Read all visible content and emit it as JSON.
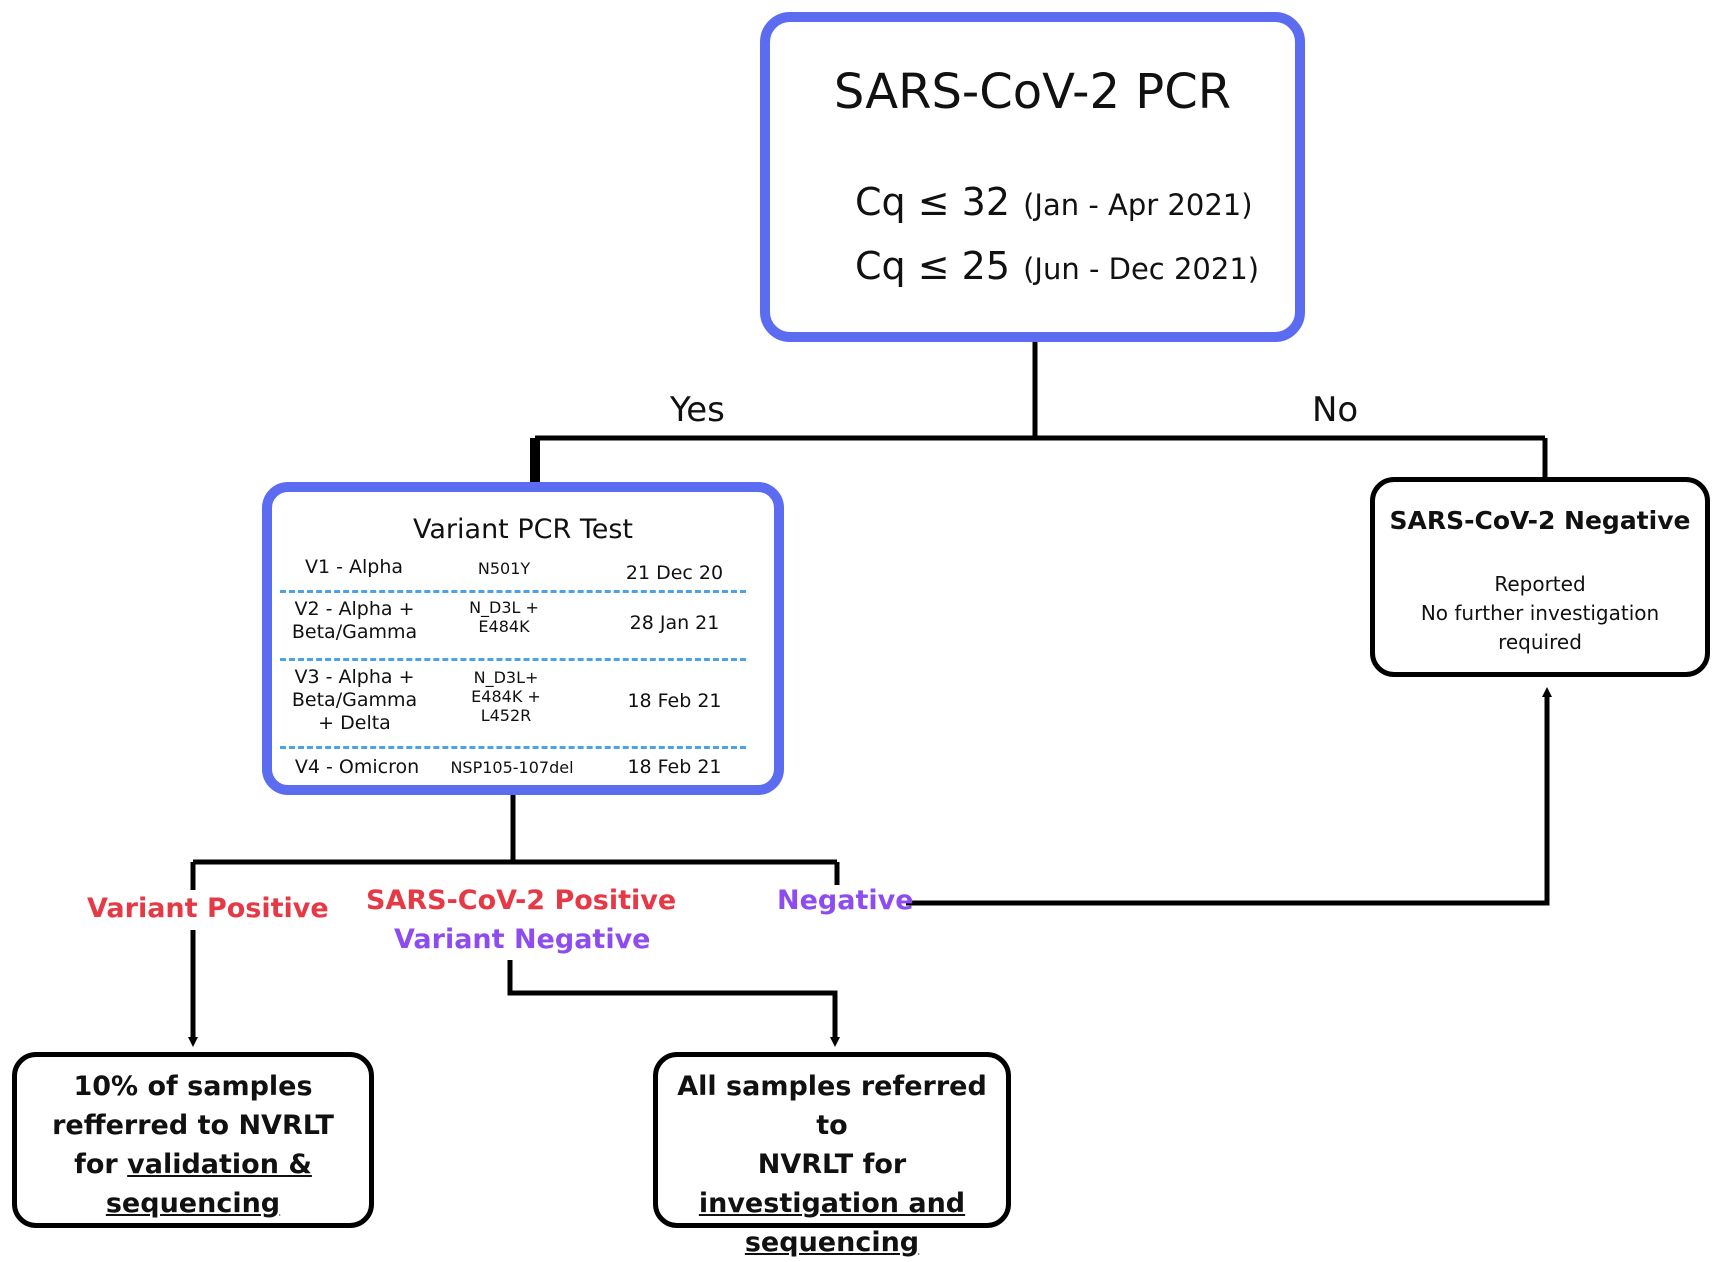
{
  "pcr": {
    "title": "SARS-CoV-2 PCR",
    "criteria": [
      {
        "value": "Cq ≤ 32",
        "range": "(Jan - Apr 2021)"
      },
      {
        "value": "Cq ≤ 25",
        "range": "(Jun - Dec 2021)"
      }
    ]
  },
  "branches": {
    "yes": "Yes",
    "no": "No"
  },
  "variant_test": {
    "title": "Variant PCR Test",
    "rows": [
      {
        "name": "V1 - Alpha",
        "mutation": "N501Y",
        "date": "21 Dec 20"
      },
      {
        "name": "V2 - Alpha + Beta/Gamma",
        "mutation": "N_D3L + E484K",
        "date": "28 Jan 21"
      },
      {
        "name": "V3 - Alpha + Beta/Gamma + Delta",
        "mutation": "N_D3L+ E484K + L452R",
        "date": "18 Feb 21"
      },
      {
        "name": "V4 - Omicron",
        "mutation": "NSP105-107del",
        "date": "18 Feb 21"
      }
    ]
  },
  "negative_box": {
    "title": "SARS-CoV-2 Negative",
    "line1": "Reported",
    "line2": "No further investigation",
    "line3": "required"
  },
  "outcomes": {
    "variant_positive": "Variant Positive",
    "sars_positive": "SARS-CoV-2 Positive",
    "variant_negative": "Variant Negative",
    "negative": "Negative"
  },
  "referral_1": {
    "line1": "10% of samples",
    "line2": "refferred to NVRLT",
    "line3_plain": "for",
    "line3_underlined": "validation &",
    "line4_underlined": "sequencing"
  },
  "referral_2": {
    "line1": "All samples referred to",
    "line2": "NVRLT for",
    "line3_underlined": "investigation and",
    "line4_underlined": "sequencing"
  },
  "colors": {
    "box_border_blue": "#5B6CF0",
    "dashed_divider": "#4AA3E8",
    "red_label": "#E63946",
    "purple_label": "#8E4CF0"
  }
}
